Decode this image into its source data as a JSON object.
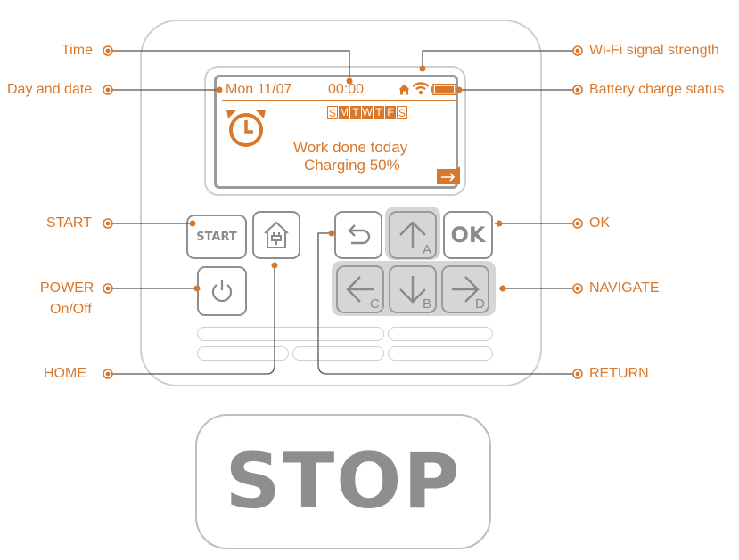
{
  "callouts": {
    "time": "Time",
    "day_and_date": "Day and date",
    "wifi": "Wi-Fi signal strength",
    "battery": "Battery charge status",
    "start": "START",
    "ok": "OK",
    "power_line1": "POWER",
    "power_line2": "On/Off",
    "navigate": "NAVIGATE",
    "home": "HOME",
    "return": "RETURN"
  },
  "display": {
    "date": "Mon 11/07",
    "time": "00:00",
    "days": [
      "S",
      "M",
      "T",
      "W",
      "T",
      "F",
      "S"
    ],
    "days_active": [
      false,
      true,
      true,
      true,
      true,
      true,
      false
    ],
    "message_line1": "Work done today",
    "message_line2": "Charging 50%",
    "battery_level": 1.0
  },
  "keys": {
    "start": "START",
    "ok": "OK",
    "nav_up_letter": "A",
    "nav_down_letter": "B",
    "nav_left_letter": "C",
    "nav_right_letter": "D"
  },
  "stop_button": "STOP",
  "colors": {
    "accent": "#d9782b",
    "outline": "#cfcfcf",
    "key_border": "#8f8f8f",
    "nav_fill": "#d6d6d6",
    "stop_text": "#8e8e8e"
  }
}
